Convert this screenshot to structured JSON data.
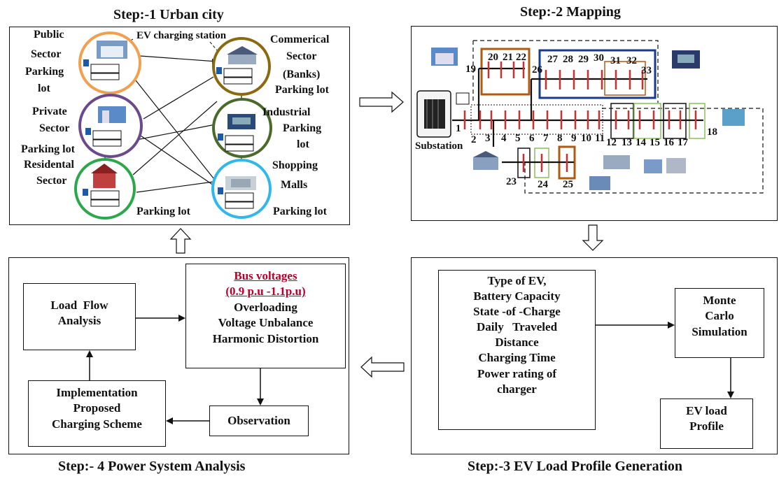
{
  "titles": {
    "step1": "Step:-1 Urban city",
    "step2": "Step:-2 Mapping",
    "step3": "Step:-3 EV Load Profile Generation",
    "step4": "Step:- 4 Power System Analysis"
  },
  "step1": {
    "callout": "EV charging station",
    "public": [
      "Public",
      "Sector",
      "Parking",
      "lot"
    ],
    "commercial": [
      "Commerical",
      "Sector",
      "(Banks)",
      "Parking lot"
    ],
    "private": [
      "Private",
      "Sector",
      "Parking lot"
    ],
    "industrial": [
      "Industrial",
      "Parking",
      "lot"
    ],
    "residential": [
      "Residental",
      "Sector"
    ],
    "shopping": [
      "Shopping",
      "Malls"
    ],
    "parking_bottom_left": "Parking lot",
    "parking_bottom_right": "Parking lot"
  },
  "step2": {
    "substation": "Substation",
    "nodes_main": [
      "1",
      "2",
      "3",
      "4",
      "5",
      "6",
      "7",
      "8",
      "9",
      "10",
      "11"
    ],
    "nodes_right": [
      "12",
      "13",
      "14",
      "15",
      "16",
      "17",
      "18"
    ],
    "nodes_upper_left": [
      "19",
      "20",
      "21",
      "22"
    ],
    "nodes_upper_right": [
      "26",
      "27",
      "28",
      "29",
      "30",
      "31",
      "32",
      "33"
    ],
    "nodes_lower": [
      "23",
      "24",
      "25"
    ]
  },
  "step3": {
    "params": [
      "Type of EV,",
      "Battery Capacity",
      "State -of -Charge",
      "Daily   Traveled",
      "Distance",
      "Charging Time",
      "Power rating of",
      "charger"
    ],
    "monte": [
      "Monte",
      "Carlo",
      "Simulation"
    ],
    "profile": [
      "EV load",
      "Profile"
    ]
  },
  "step4": {
    "loadflow": [
      "Load  Flow",
      "Analysis"
    ],
    "bus_title": "Bus voltages",
    "bus_range": "(0.9 p.u -1.1p.u)",
    "issues": [
      "Overloading",
      "Voltage Unbalance",
      "Harmonic Distortion"
    ],
    "observation": "Observation",
    "implementation": [
      "Implementation",
      "Proposed",
      "Charging Scheme"
    ]
  },
  "colors": {
    "public": "#f0a050",
    "commercial": "#8a6a10",
    "private": "#6a4a8a",
    "industrial": "#4a6a2a",
    "residential": "#2aa84a",
    "shopping": "#30b8e8",
    "bus_red": "#b8002a",
    "orange_box": "#b05a10",
    "blue_box": "#1a3a8a",
    "green_box": "#8abf5a"
  }
}
